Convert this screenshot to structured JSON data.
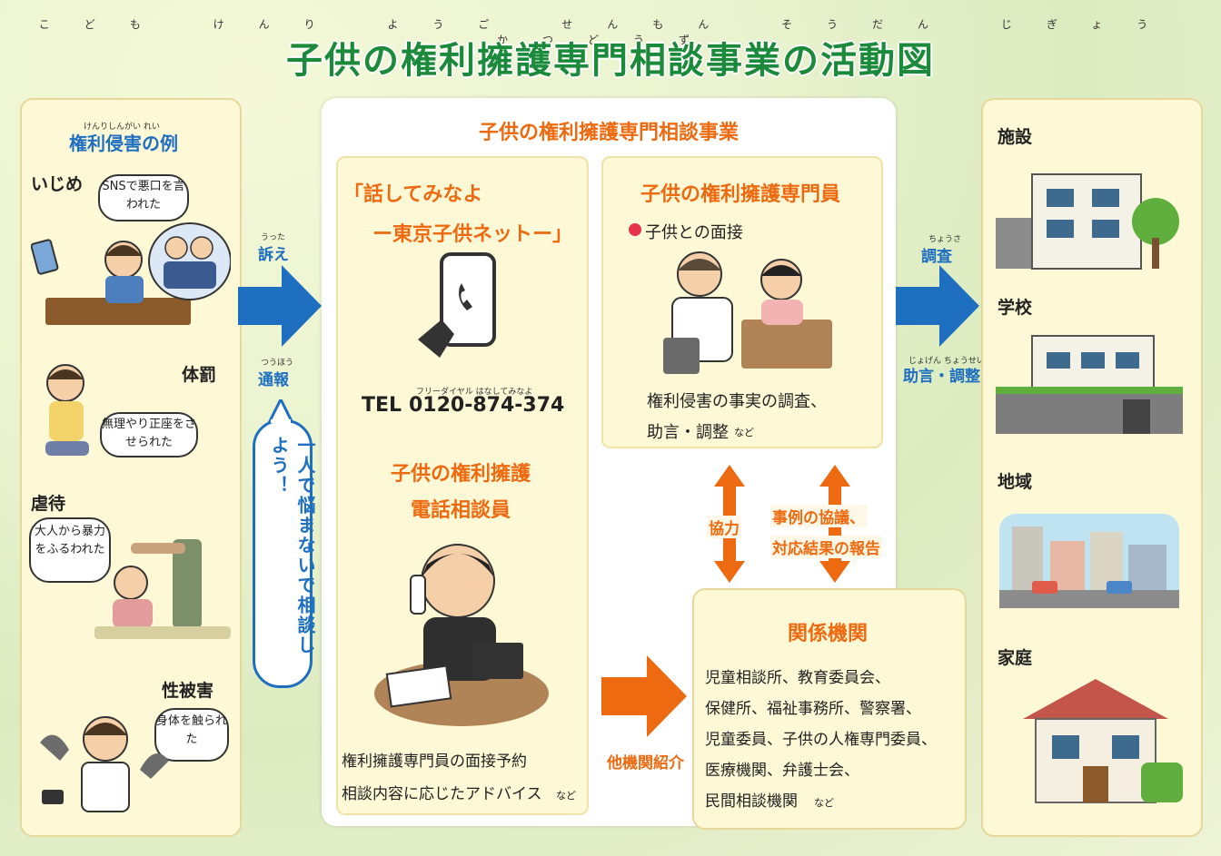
{
  "title": "子供の権利擁護専門相談事業の活動図",
  "title_ruby": "こども けんり ようご せんもん そうだん じぎょう かつどうず",
  "left": {
    "heading": "権利侵害の例",
    "heading_ruby": "けんりしんがい れい",
    "cases": [
      {
        "label": "いじめ",
        "bubble": "SNSで悪口を言われた"
      },
      {
        "label": "体罰",
        "bubble": "無理やり正座をさせられた"
      },
      {
        "label": "虐待",
        "bubble": "大人から暴力をふるわれた"
      },
      {
        "label": "性被害",
        "bubble": "身体を触られた"
      }
    ]
  },
  "arrows": {
    "uttae": "訴え",
    "tsuhou": "通報",
    "hitori": "一人で悩まないで相談しよう！",
    "chousa": "調査",
    "jogen": "助言・調整",
    "kyouryoku": "協力",
    "kyougi1": "事例の協議、",
    "kyougi2": "対応結果の報告",
    "shoukai": "他機関紹介"
  },
  "center": {
    "heading": "子供の権利擁護専門相談事業",
    "hotline": {
      "name1": "「話してみなよ",
      "name2": "ー東京子供ネットー」",
      "tel_label": "TEL",
      "tel": "0120-874-374",
      "tel_ruby": "フリーダイヤル はなしてみなよ",
      "role1": "子供の権利擁護",
      "role2": "電話相談員",
      "desc1": "権利擁護専門員の面接予約",
      "desc2": "相談内容に応じたアドバイス",
      "desc_suffix": "など"
    },
    "specialist": {
      "heading": "子供の権利擁護専門員",
      "bullet": "子供との面接",
      "desc1": "権利侵害の事実の調査、",
      "desc2": "助言・調整",
      "desc_suffix": "など"
    }
  },
  "kankei": {
    "heading": "関係機関",
    "lines": [
      "児童相談所、教育委員会、",
      "保健所、福祉事務所、警察署、",
      "児童委員、子供の人権専門委員、",
      "医療機関、弁護士会、",
      "民間相談機関"
    ],
    "suffix": "など"
  },
  "right": {
    "items": [
      "施設",
      "学校",
      "地域",
      "家庭"
    ]
  },
  "colors": {
    "blue": "#1f6fc0",
    "orange": "#ee6a10",
    "green": "#1b8a3a",
    "cream": "#fdf8d6",
    "red_dot": "#e8334a"
  }
}
